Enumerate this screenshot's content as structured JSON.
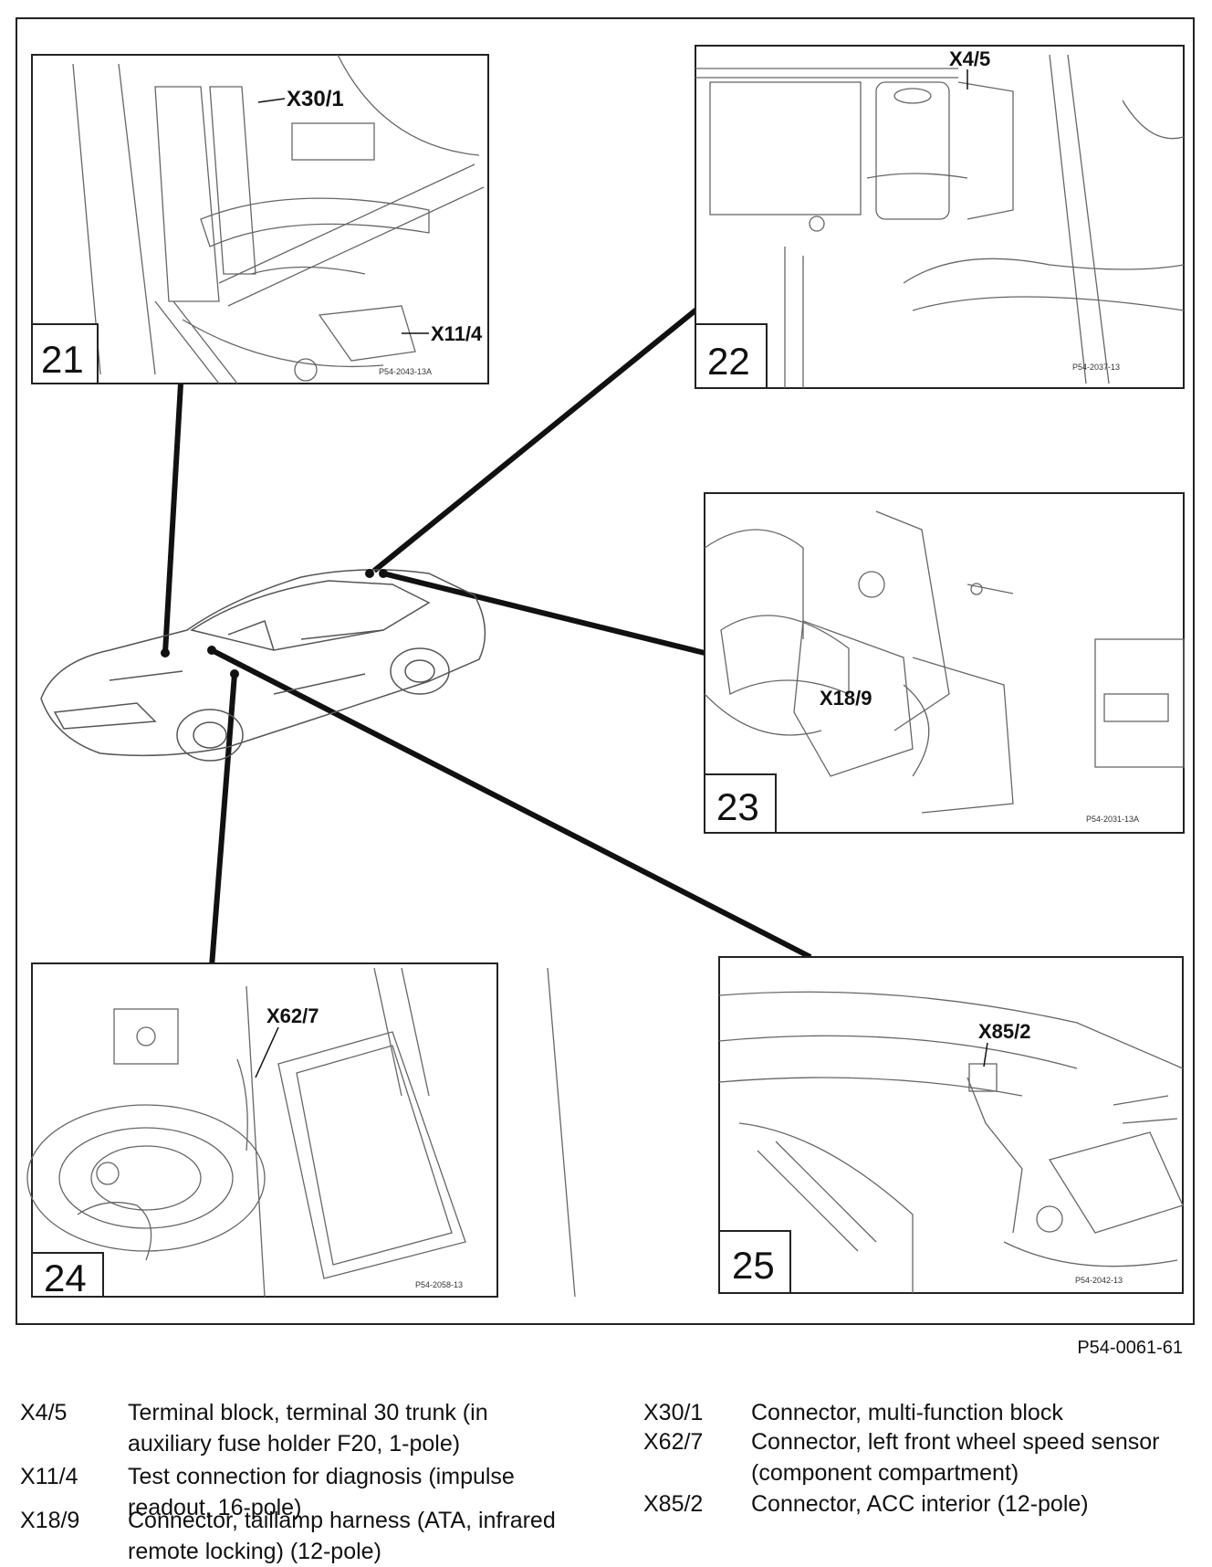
{
  "panels": [
    {
      "number": "21",
      "connectors": [
        "X30/1",
        "X11/4"
      ],
      "ref": "P54-2043-13A"
    },
    {
      "number": "22",
      "connectors": [
        "X4/5"
      ],
      "ref": "P54-2037-13"
    },
    {
      "number": "23",
      "connectors": [
        "X18/9"
      ],
      "ref": "P54-2031-13A"
    },
    {
      "number": "24",
      "connectors": [
        "X62/7"
      ],
      "ref": "P54-2058-13"
    },
    {
      "number": "25",
      "connectors": [
        "X85/2"
      ],
      "ref": "P54-2042-13"
    }
  ],
  "figure_id": "P54-0061-61",
  "legend": {
    "left": [
      {
        "code": "X4/5",
        "desc": "Terminal block, terminal 30 trunk (in auxiliary fuse holder F20, 1-pole)"
      },
      {
        "code": "X11/4",
        "desc": "Test connection for diagnosis (impulse readout, 16-pole)"
      },
      {
        "code": "X18/9",
        "desc": "Connector, taillamp harness (ATA, infrared remote locking) (12-pole)"
      }
    ],
    "right": [
      {
        "code": "X30/1",
        "desc": "Connector, multi-function block"
      },
      {
        "code": "X62/7",
        "desc": "Connector, left front wheel speed sensor (component compartment)"
      },
      {
        "code": "X85/2",
        "desc": "Connector, ACC interior (12-pole)"
      }
    ]
  }
}
